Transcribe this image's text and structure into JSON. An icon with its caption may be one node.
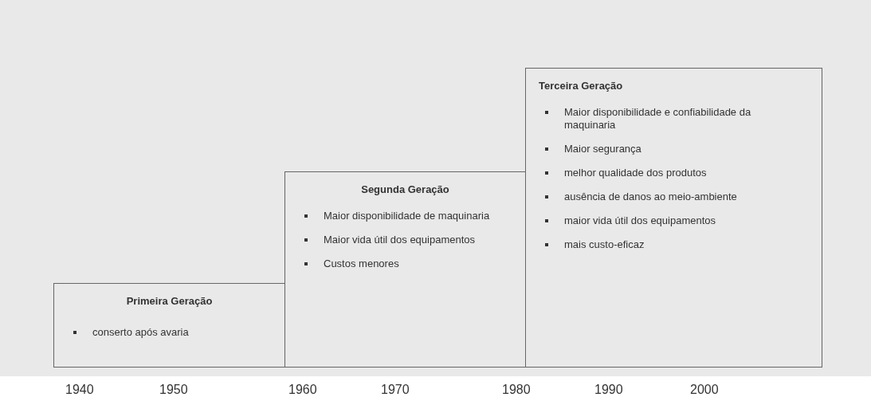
{
  "diagram": {
    "nodes": [
      {
        "text": [
          "Primeira Geração",
          "conserto após avaria"
        ]
      },
      {
        "text": [
          "Segunda Geração",
          "Maior disponibilidade de maquinaria",
          "Maior vida útil dos equipamentos",
          "Custos menores"
        ]
      },
      {
        "text": [
          "Terceira Geração",
          "Maior disponibilidade e confiabilidade da maquinaria",
          "Maior segurança",
          "melhor qualidade dos produtos",
          "ausência de danos ao meio-ambiente",
          "maior vida útil dos equipamentos",
          "mais custo-eficaz"
        ]
      }
    ],
    "edges": [],
    "labels": [
      "1940",
      "1950",
      "1960",
      "1970",
      "1980",
      "1990",
      "2000"
    ]
  }
}
